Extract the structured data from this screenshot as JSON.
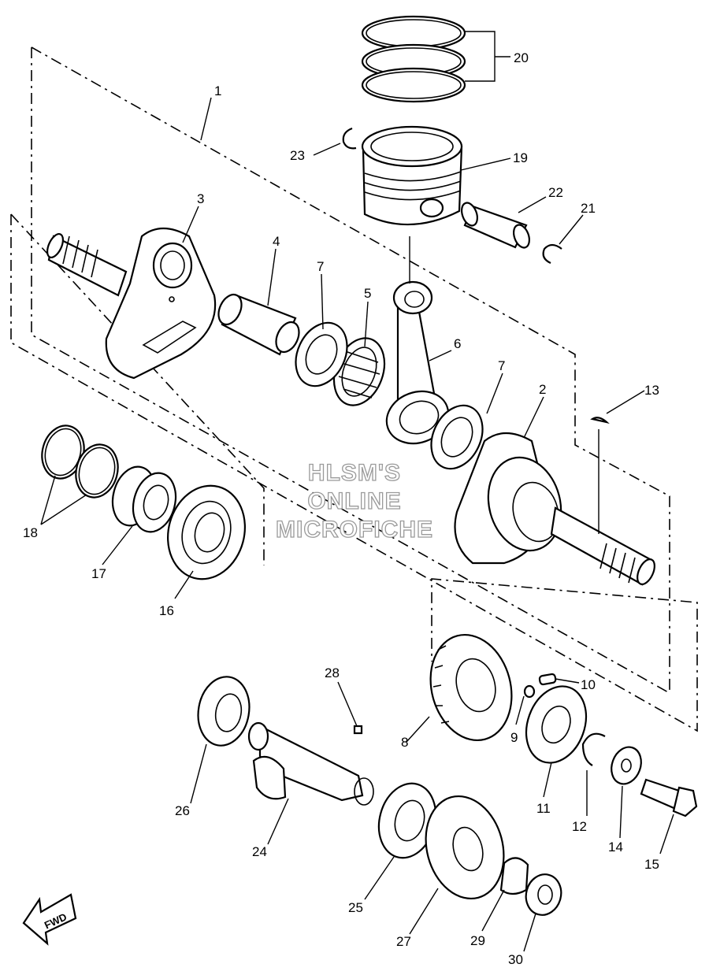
{
  "watermark": {
    "line1": "HLSM'S",
    "line2": "ONLINE",
    "line3": "MICROFICHE"
  },
  "direction_label": "FWD",
  "callouts": [
    "1",
    "2",
    "3",
    "4",
    "5",
    "6",
    "7",
    "7",
    "8",
    "9",
    "10",
    "11",
    "12",
    "13",
    "14",
    "15",
    "16",
    "17",
    "18",
    "19",
    "20",
    "21",
    "22",
    "23",
    "24",
    "25",
    "26",
    "27",
    "28",
    "29",
    "30"
  ],
  "colors": {
    "ink": "#000000",
    "paper": "#ffffff",
    "watermark_outline": "#9a9a9a"
  }
}
